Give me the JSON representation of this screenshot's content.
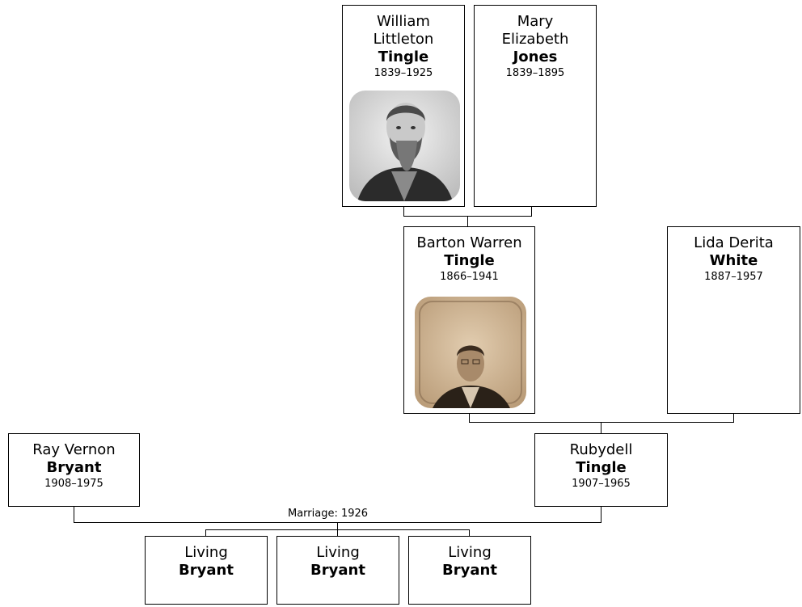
{
  "people": {
    "william": {
      "given_line1": "William",
      "given_line2": "Littleton",
      "surname": "Tingle",
      "dates": "1839–1925"
    },
    "mary": {
      "given_line1": "Mary",
      "given_line2": "Elizabeth",
      "surname": "Jones",
      "dates": "1839–1895"
    },
    "barton": {
      "given": "Barton Warren",
      "surname": "Tingle",
      "dates": "1866–1941"
    },
    "lida": {
      "given": "Lida Derita",
      "surname": "White",
      "dates": "1887–1957"
    },
    "ray": {
      "given": "Ray Vernon",
      "surname": "Bryant",
      "dates": "1908–1975"
    },
    "rubydell": {
      "given": "Rubydell",
      "surname": "Tingle",
      "dates": "1907–1965"
    },
    "children": [
      {
        "given": "Living",
        "surname": "Bryant"
      },
      {
        "given": "Living",
        "surname": "Bryant"
      },
      {
        "given": "Living",
        "surname": "Bryant"
      }
    ]
  },
  "marriage_label": "Marriage: 1926"
}
